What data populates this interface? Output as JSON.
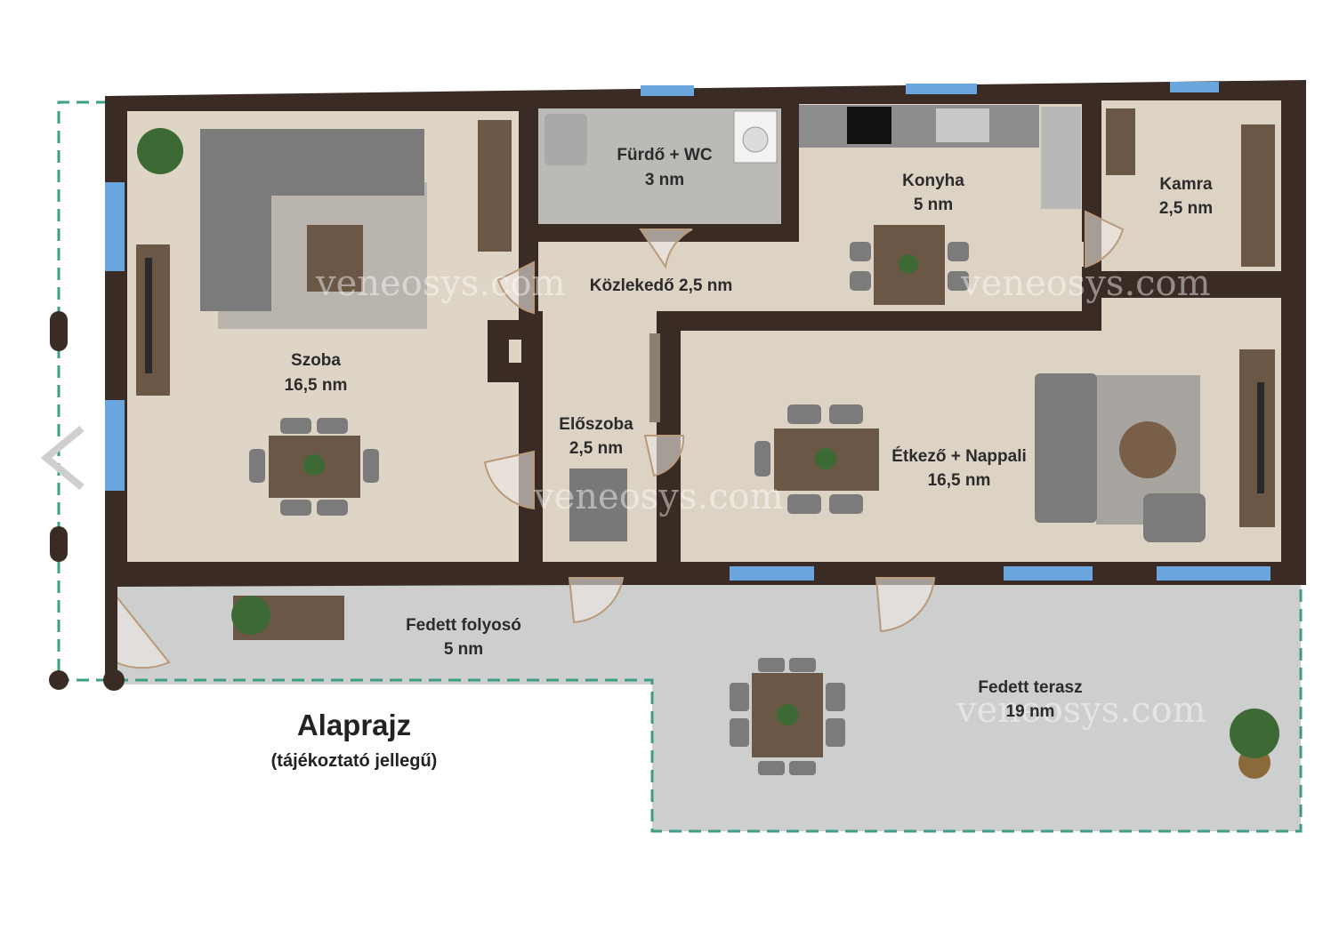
{
  "title": "Alaprajz",
  "subtitle": "(tájékoztató jellegű)",
  "watermark": "veneosys.com",
  "colors": {
    "wall": "#3a2c25",
    "floor_wood": "#ddd2c3",
    "floor_tile": "#bdbcba",
    "floor_terrace": "#cfd0d0",
    "window": "#6aa6dd",
    "boundary": "#3f9c86",
    "table": "#6b5746",
    "sofa": "#7b7b7b"
  },
  "rooms": {
    "szoba": {
      "name": "Szoba",
      "area": "16,5 nm"
    },
    "furdo": {
      "name": "Fürdő + WC",
      "area": "3 nm"
    },
    "konyha": {
      "name": "Konyha",
      "area": "5 nm"
    },
    "kamra": {
      "name": "Kamra",
      "area": "2,5 nm"
    },
    "kozlekedo": {
      "name": "Közlekedő 2,5 nm"
    },
    "eloszoba": {
      "name": "Előszoba",
      "area": "2,5 nm"
    },
    "etkezo": {
      "name": "Étkező + Nappali",
      "area": "16,5 nm"
    },
    "folyoso": {
      "name": "Fedett folyosó",
      "area": "5 nm"
    },
    "terasz": {
      "name": "Fedett terasz",
      "area": "19 nm"
    }
  }
}
